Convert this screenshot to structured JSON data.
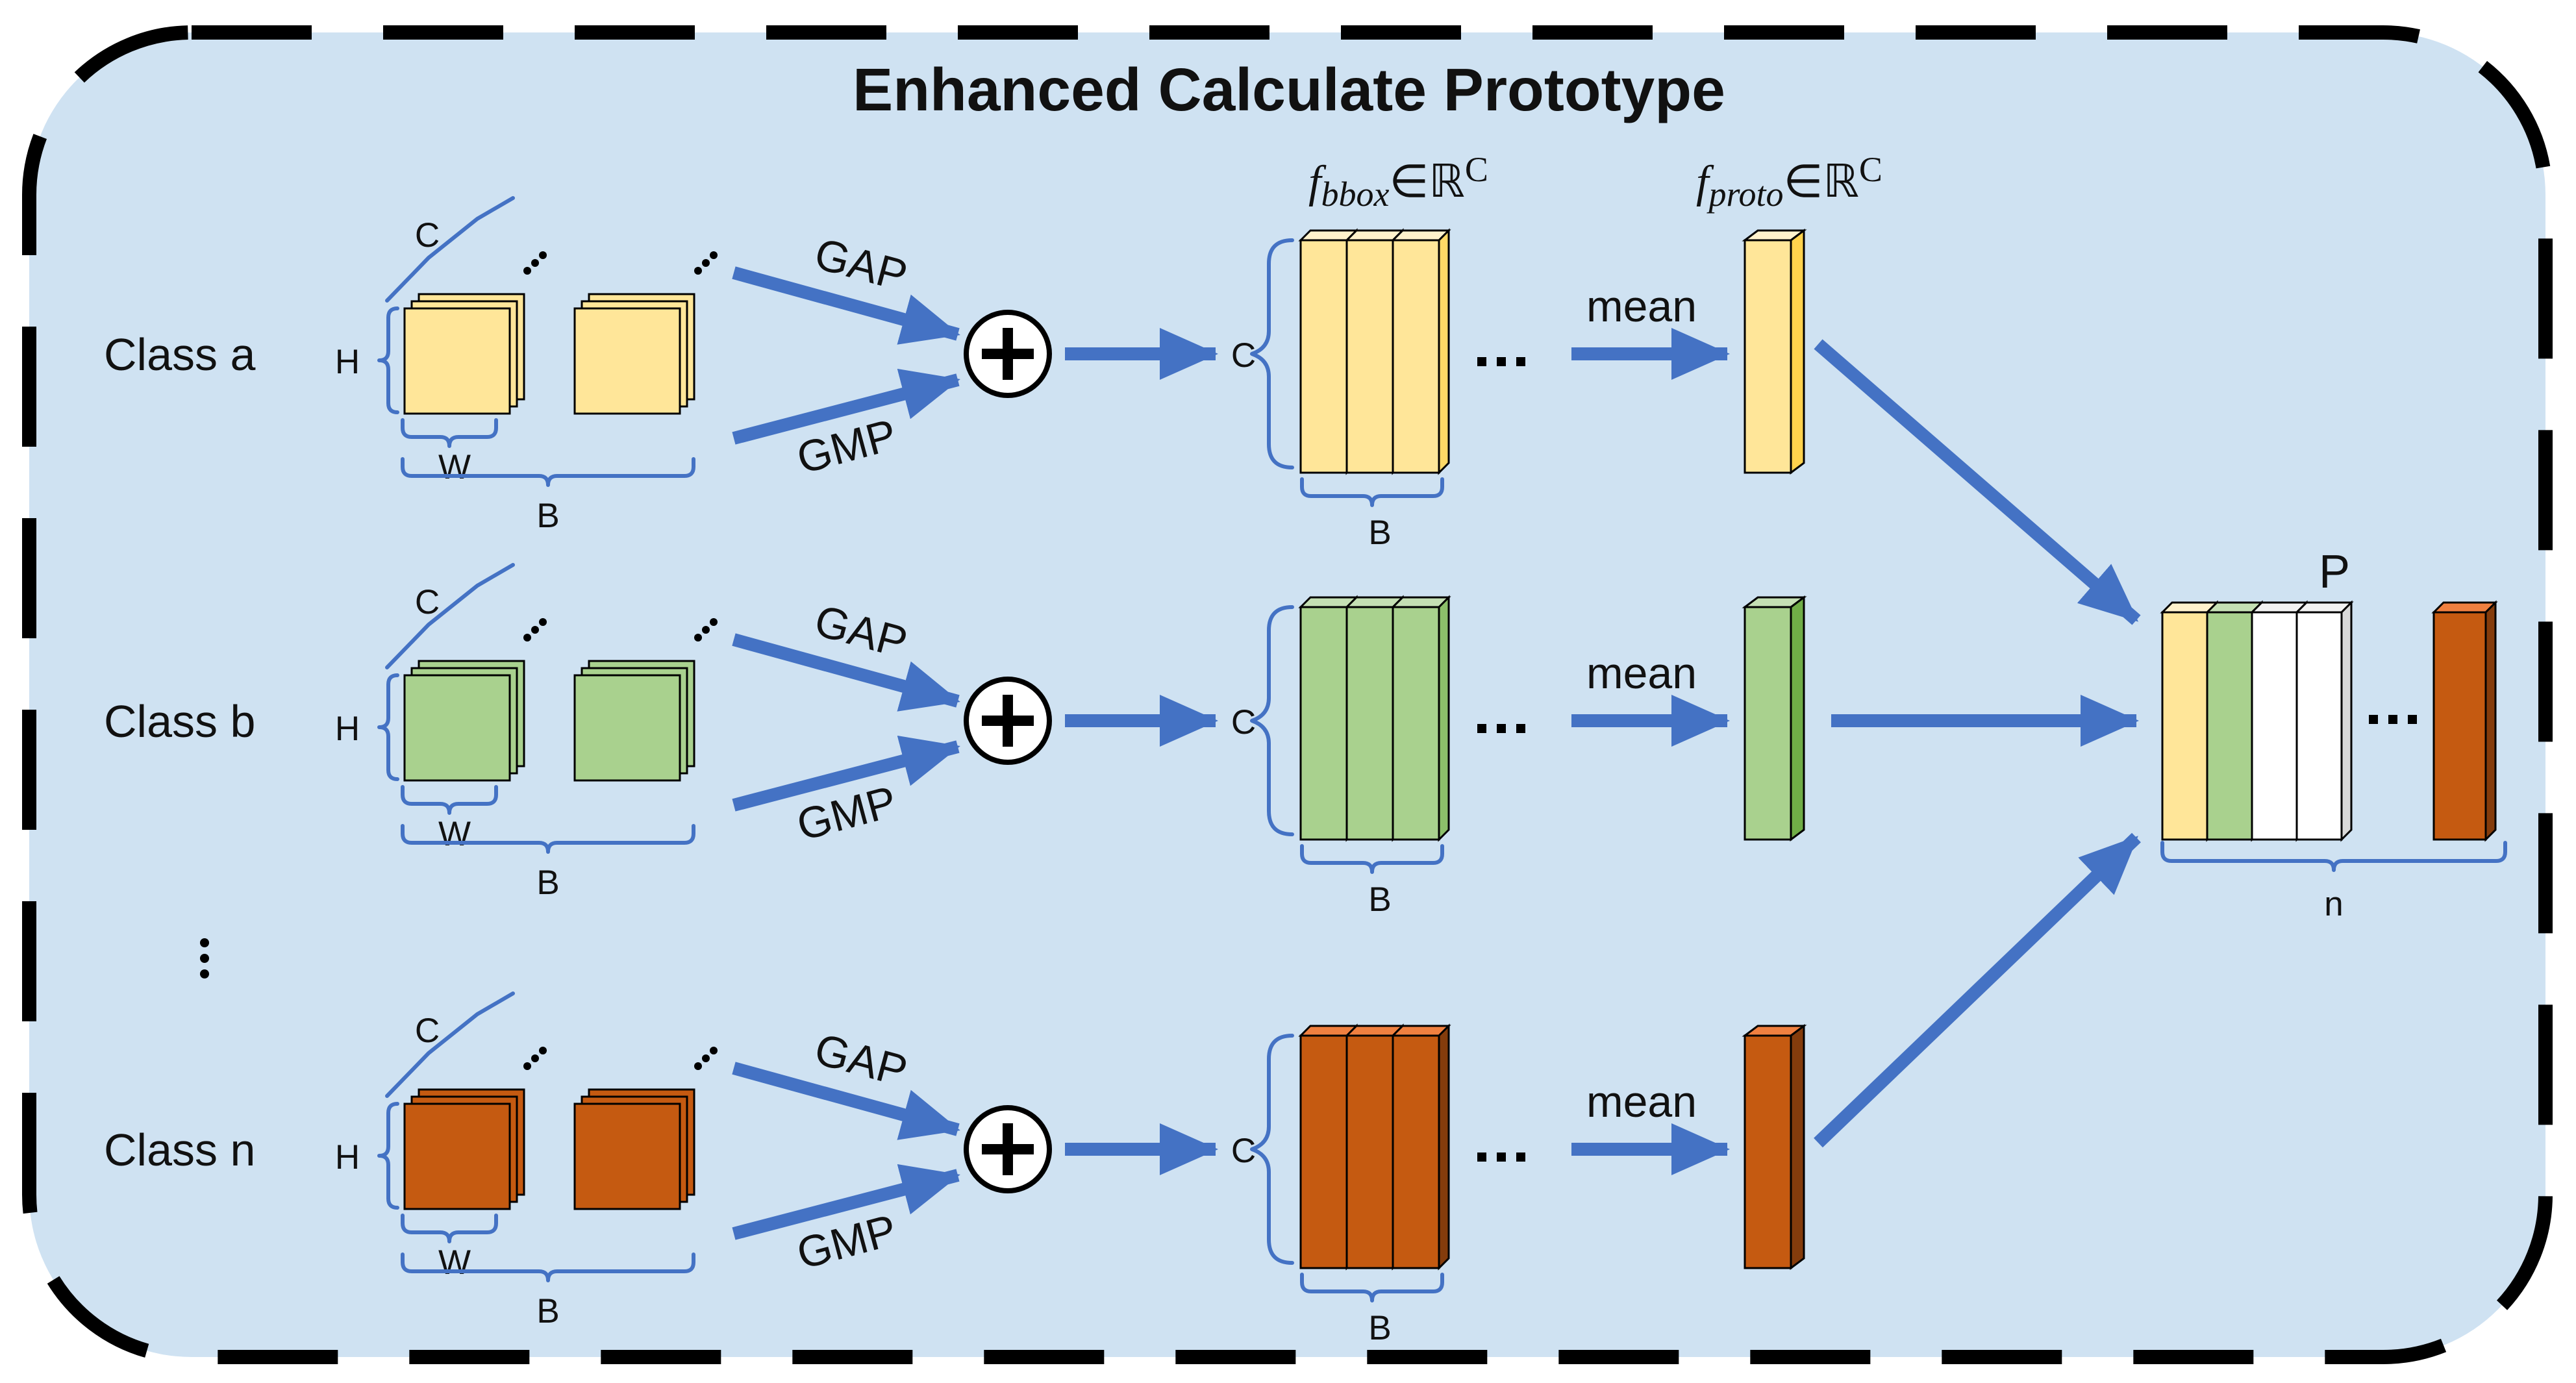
{
  "title": "Enhanced Calculate Prototype",
  "colors": {
    "background": "#CFE2F2",
    "border": "#000000",
    "arrow": "#4472C4",
    "brace": "#4472C4",
    "class_a": {
      "front": "#FFE699",
      "top": "#FFF2CC",
      "side": "#FFD966",
      "bar_side": "#FFD24D"
    },
    "class_b": {
      "front": "#A9D18E",
      "top": "#C5E0B4",
      "side": "#8CBF6A",
      "bar_side": "#70AD47"
    },
    "class_n": {
      "front": "#C55A11",
      "top": "#F08040",
      "side": "#843C0C",
      "bar_side": "#843C0C"
    },
    "empty": {
      "front": "#FFFFFF",
      "top": "#F2F2F2",
      "side": "#D9D9D9"
    }
  },
  "rows": [
    {
      "class_label": "Class a",
      "dim_c": "C",
      "dim_h": "H",
      "dim_w": "W",
      "dim_b": "B",
      "gap_label": "GAP",
      "gmp_label": "GMP",
      "stack_dim_c": "C",
      "stack_dim_b": "B",
      "mean_label": "mean"
    },
    {
      "class_label": "Class b",
      "dim_c": "C",
      "dim_h": "H",
      "dim_w": "W",
      "dim_b": "B",
      "gap_label": "GAP",
      "gmp_label": "GMP",
      "stack_dim_c": "C",
      "stack_dim_b": "B",
      "mean_label": "mean"
    },
    {
      "class_label": "Class n",
      "dim_c": "C",
      "dim_h": "H",
      "dim_w": "W",
      "dim_b": "B",
      "gap_label": "GAP",
      "gmp_label": "GMP",
      "stack_dim_c": "C",
      "stack_dim_b": "B",
      "mean_label": "mean"
    }
  ],
  "headers": {
    "fbbox": {
      "symbol": "f",
      "subscript": "bbox",
      "suffix": "∈ℝ",
      "superscript": "C"
    },
    "fproto": {
      "symbol": "f",
      "subscript": "proto",
      "suffix": "∈ℝ",
      "superscript": "C"
    }
  },
  "prototype": {
    "label": "P",
    "dim_n": "n"
  },
  "icons": {
    "aggregate": "circled-plus-icon",
    "ellipsis": "ellipsis-icon",
    "vertical_ellipsis": "vertical-ellipsis-icon",
    "flow": "arrow-icon"
  }
}
